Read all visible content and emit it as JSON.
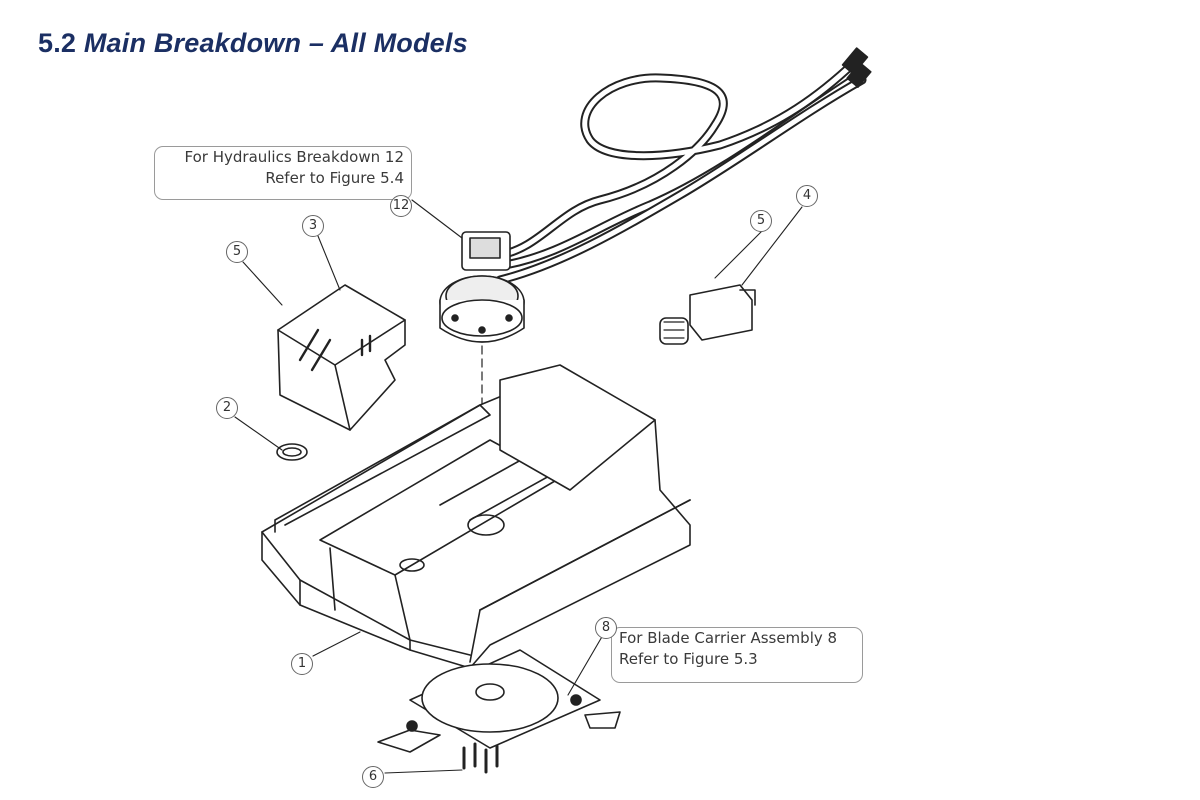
{
  "title": {
    "number": "5.2",
    "text": "Main Breakdown – All Models"
  },
  "callouts": {
    "hydraulics": {
      "line1": "For Hydraulics Breakdown 12",
      "line2": "Refer to Figure 5.4"
    },
    "blade_carrier": {
      "line1": "For Blade Carrier Assembly 8",
      "line2": "Refer to Figure 5.3"
    }
  },
  "part_numbers": {
    "deck": "1",
    "plate": "2",
    "cover": "3",
    "valve": "4",
    "bolts_cover": "5",
    "bolts_valve": "5",
    "blade_bolts": "6",
    "blade_carrier": "8",
    "motor": "12"
  },
  "colors": {
    "title": "#1b2f63",
    "line": "#222222"
  }
}
